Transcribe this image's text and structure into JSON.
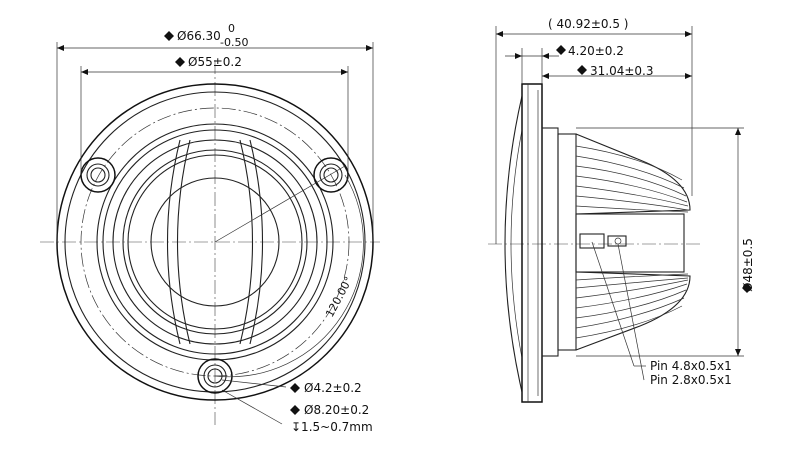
{
  "front_view": {
    "outer_diameter": {
      "prefix": "Ø66.30",
      "upper_tol": "0",
      "lower_tol": "-0.50"
    },
    "mount_circle_diameter": "Ø55±0.2",
    "hole_angle": "120.00°",
    "hole_diameter": "Ø4.2±0.2",
    "counterbore_diameter": "Ø8.20±0.2",
    "counterbore_depth": "↧1.5~0.7mm"
  },
  "side_view": {
    "overall_depth": "( 40.92±0.5 )",
    "flange_thickness": "4.20±0.2",
    "body_depth": "31.04±0.3",
    "body_diameter": "Ø48±0.5",
    "pins": [
      "Pin 4.8x0.5x1",
      "Pin 2.8x0.5x1"
    ]
  }
}
